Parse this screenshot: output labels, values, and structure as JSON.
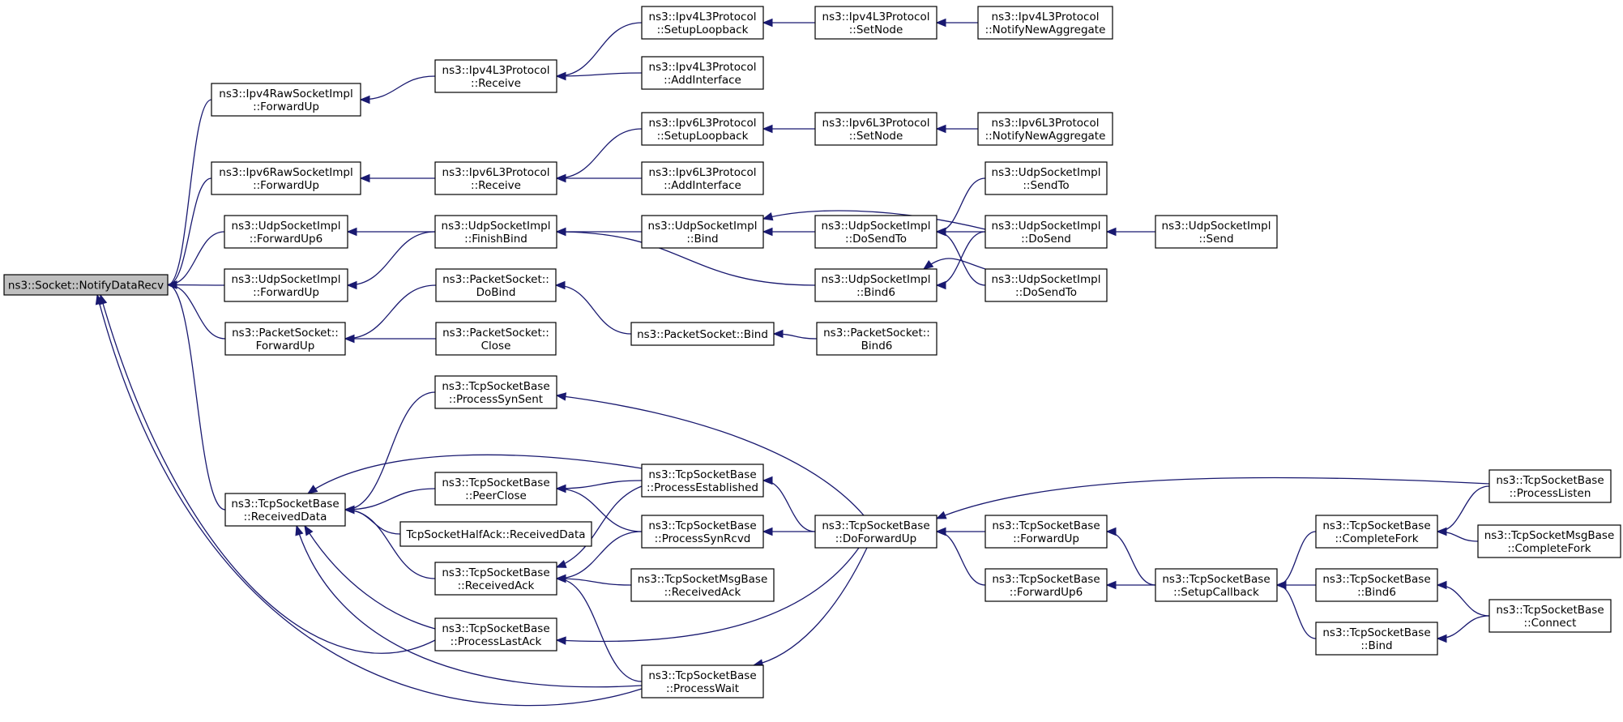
{
  "graph": {
    "root": "notify",
    "colors": {
      "edge": "#191970",
      "root_fill": "#bfbfbf",
      "node_fill": "#ffffff",
      "border": "#000000"
    },
    "nodes": [
      {
        "id": "notify",
        "lines": [
          "ns3::Socket::NotifyDataRecv"
        ]
      },
      {
        "id": "ipv4raw_fwd",
        "lines": [
          "ns3::Ipv4RawSocketImpl",
          "::ForwardUp"
        ]
      },
      {
        "id": "ipv6raw_fwd",
        "lines": [
          "ns3::Ipv6RawSocketImpl",
          "::ForwardUp"
        ]
      },
      {
        "id": "udp_fwd6",
        "lines": [
          "ns3::UdpSocketImpl",
          "::ForwardUp6"
        ]
      },
      {
        "id": "udp_fwd",
        "lines": [
          "ns3::UdpSocketImpl",
          "::ForwardUp"
        ]
      },
      {
        "id": "pkt_fwd",
        "lines": [
          "ns3::PacketSocket::",
          "ForwardUp"
        ]
      },
      {
        "id": "tcp_recvdata",
        "lines": [
          "ns3::TcpSocketBase",
          "::ReceivedData"
        ]
      },
      {
        "id": "ipv4l3_recv",
        "lines": [
          "ns3::Ipv4L3Protocol",
          "::Receive"
        ]
      },
      {
        "id": "ipv6l3_recv",
        "lines": [
          "ns3::Ipv6L3Protocol",
          "::Receive"
        ]
      },
      {
        "id": "udp_finishbind",
        "lines": [
          "ns3::UdpSocketImpl",
          "::FinishBind"
        ]
      },
      {
        "id": "pkt_dobind",
        "lines": [
          "ns3::PacketSocket::",
          "DoBind"
        ]
      },
      {
        "id": "pkt_close",
        "lines": [
          "ns3::PacketSocket::",
          "Close"
        ]
      },
      {
        "id": "tcp_synsent",
        "lines": [
          "ns3::TcpSocketBase",
          "::ProcessSynSent"
        ]
      },
      {
        "id": "tcp_peerclose",
        "lines": [
          "ns3::TcpSocketBase",
          "::PeerClose"
        ]
      },
      {
        "id": "halfack",
        "lines": [
          "TcpSocketHalfAck::ReceivedData"
        ]
      },
      {
        "id": "tcp_recvack",
        "lines": [
          "ns3::TcpSocketBase",
          "::ReceivedAck"
        ]
      },
      {
        "id": "tcp_lastack",
        "lines": [
          "ns3::TcpSocketBase",
          "::ProcessLastAck"
        ]
      },
      {
        "id": "ipv4l3_setuplb",
        "lines": [
          "ns3::Ipv4L3Protocol",
          "::SetupLoopback"
        ]
      },
      {
        "id": "ipv4l3_addif",
        "lines": [
          "ns3::Ipv4L3Protocol",
          "::AddInterface"
        ]
      },
      {
        "id": "ipv6l3_setuplb",
        "lines": [
          "ns3::Ipv6L3Protocol",
          "::SetupLoopback"
        ]
      },
      {
        "id": "ipv6l3_addif",
        "lines": [
          "ns3::Ipv6L3Protocol",
          "::AddInterface"
        ]
      },
      {
        "id": "udp_bind",
        "lines": [
          "ns3::UdpSocketImpl",
          "::Bind"
        ]
      },
      {
        "id": "pkt_bind",
        "lines": [
          "ns3::PacketSocket::Bind"
        ]
      },
      {
        "id": "tcp_established",
        "lines": [
          "ns3::TcpSocketBase",
          "::ProcessEstablished"
        ]
      },
      {
        "id": "tcp_synrcvd",
        "lines": [
          "ns3::TcpSocketBase",
          "::ProcessSynRcvd"
        ]
      },
      {
        "id": "tcpmsg_recvack",
        "lines": [
          "ns3::TcpSocketMsgBase",
          "::ReceivedAck"
        ]
      },
      {
        "id": "tcp_wait",
        "lines": [
          "ns3::TcpSocketBase",
          "::ProcessWait"
        ]
      },
      {
        "id": "ipv4l3_setnode",
        "lines": [
          "ns3::Ipv4L3Protocol",
          "::SetNode"
        ]
      },
      {
        "id": "ipv6l3_setnode",
        "lines": [
          "ns3::Ipv6L3Protocol",
          "::SetNode"
        ]
      },
      {
        "id": "udp_dosendto",
        "lines": [
          "ns3::UdpSocketImpl",
          "::DoSendTo"
        ]
      },
      {
        "id": "udp_bind6",
        "lines": [
          "ns3::UdpSocketImpl",
          "::Bind6"
        ]
      },
      {
        "id": "pkt_bind6",
        "lines": [
          "ns3::PacketSocket::",
          "Bind6"
        ]
      },
      {
        "id": "tcp_doforwardup",
        "lines": [
          "ns3::TcpSocketBase",
          "::DoForwardUp"
        ]
      },
      {
        "id": "ipv4l3_notify",
        "lines": [
          "ns3::Ipv4L3Protocol",
          "::NotifyNewAggregate"
        ]
      },
      {
        "id": "ipv6l3_notify",
        "lines": [
          "ns3::Ipv6L3Protocol",
          "::NotifyNewAggregate"
        ]
      },
      {
        "id": "udp_sendto",
        "lines": [
          "ns3::UdpSocketImpl",
          "::SendTo"
        ]
      },
      {
        "id": "udp_dosend",
        "lines": [
          "ns3::UdpSocketImpl",
          "::DoSend"
        ]
      },
      {
        "id": "udp_dosendto2",
        "lines": [
          "ns3::UdpSocketImpl",
          "::DoSendTo"
        ]
      },
      {
        "id": "tcp_fwdup",
        "lines": [
          "ns3::TcpSocketBase",
          "::ForwardUp"
        ]
      },
      {
        "id": "tcp_fwdup6",
        "lines": [
          "ns3::TcpSocketBase",
          "::ForwardUp6"
        ]
      },
      {
        "id": "udp_send",
        "lines": [
          "ns3::UdpSocketImpl",
          "::Send"
        ]
      },
      {
        "id": "tcp_setupcb",
        "lines": [
          "ns3::TcpSocketBase",
          "::SetupCallback"
        ]
      },
      {
        "id": "tcp_completefork",
        "lines": [
          "ns3::TcpSocketBase",
          "::CompleteFork"
        ]
      },
      {
        "id": "tcp_bind6",
        "lines": [
          "ns3::TcpSocketBase",
          "::Bind6"
        ]
      },
      {
        "id": "tcp_bind",
        "lines": [
          "ns3::TcpSocketBase",
          "::Bind"
        ]
      },
      {
        "id": "tcp_listen",
        "lines": [
          "ns3::TcpSocketBase",
          "::ProcessListen"
        ]
      },
      {
        "id": "tcpmsg_completefork",
        "lines": [
          "ns3::TcpSocketMsgBase",
          "::CompleteFork"
        ]
      },
      {
        "id": "tcp_connect",
        "lines": [
          "ns3::TcpSocketBase",
          "::Connect"
        ]
      }
    ],
    "edges": [
      [
        "ipv4raw_fwd",
        "notify"
      ],
      [
        "ipv6raw_fwd",
        "notify"
      ],
      [
        "udp_fwd6",
        "notify"
      ],
      [
        "udp_fwd",
        "notify"
      ],
      [
        "pkt_fwd",
        "notify"
      ],
      [
        "tcp_recvdata",
        "notify"
      ],
      [
        "tcp_lastack",
        "notify"
      ],
      [
        "tcp_wait",
        "notify"
      ],
      [
        "ipv4l3_recv",
        "ipv4raw_fwd"
      ],
      [
        "ipv6l3_recv",
        "ipv6raw_fwd"
      ],
      [
        "udp_finishbind",
        "udp_fwd6"
      ],
      [
        "udp_finishbind",
        "udp_fwd"
      ],
      [
        "pkt_dobind",
        "pkt_fwd"
      ],
      [
        "pkt_close",
        "pkt_fwd"
      ],
      [
        "tcp_synsent",
        "tcp_recvdata"
      ],
      [
        "tcp_established",
        "tcp_recvdata"
      ],
      [
        "tcp_peerclose",
        "tcp_recvdata"
      ],
      [
        "halfack",
        "tcp_recvdata"
      ],
      [
        "tcp_recvack",
        "tcp_recvdata"
      ],
      [
        "tcp_lastack",
        "tcp_recvdata"
      ],
      [
        "tcp_wait",
        "tcp_recvdata"
      ],
      [
        "ipv4l3_setuplb",
        "ipv4l3_recv"
      ],
      [
        "ipv4l3_addif",
        "ipv4l3_recv"
      ],
      [
        "ipv6l3_setuplb",
        "ipv6l3_recv"
      ],
      [
        "ipv6l3_addif",
        "ipv6l3_recv"
      ],
      [
        "udp_bind",
        "udp_finishbind"
      ],
      [
        "udp_bind6",
        "udp_finishbind"
      ],
      [
        "pkt_bind",
        "pkt_dobind"
      ],
      [
        "tcp_established",
        "tcp_peerclose"
      ],
      [
        "tcp_synrcvd",
        "tcp_peerclose"
      ],
      [
        "tcp_established",
        "tcp_recvack"
      ],
      [
        "tcp_synrcvd",
        "tcp_recvack"
      ],
      [
        "tcpmsg_recvack",
        "tcp_recvack"
      ],
      [
        "tcp_wait",
        "tcp_recvack"
      ],
      [
        "ipv4l3_setnode",
        "ipv4l3_setuplb"
      ],
      [
        "ipv6l3_setnode",
        "ipv6l3_setuplb"
      ],
      [
        "udp_dosendto",
        "udp_bind"
      ],
      [
        "udp_dosend",
        "udp_bind"
      ],
      [
        "pkt_bind6",
        "pkt_bind"
      ],
      [
        "tcp_doforwardup",
        "tcp_synsent"
      ],
      [
        "tcp_doforwardup",
        "tcp_established"
      ],
      [
        "tcp_doforwardup",
        "tcp_synrcvd"
      ],
      [
        "tcp_doforwardup",
        "tcp_lastack"
      ],
      [
        "tcp_doforwardup",
        "tcp_wait"
      ],
      [
        "ipv4l3_notify",
        "ipv4l3_setnode"
      ],
      [
        "ipv6l3_notify",
        "ipv6l3_setnode"
      ],
      [
        "udp_sendto",
        "udp_dosendto"
      ],
      [
        "udp_dosend",
        "udp_dosendto"
      ],
      [
        "udp_dosendto2",
        "udp_dosendto"
      ],
      [
        "udp_dosend",
        "udp_bind6"
      ],
      [
        "udp_dosendto2",
        "udp_bind6"
      ],
      [
        "tcp_fwdup",
        "tcp_doforwardup"
      ],
      [
        "tcp_fwdup6",
        "tcp_doforwardup"
      ],
      [
        "tcp_listen",
        "tcp_doforwardup"
      ],
      [
        "udp_send",
        "udp_dosend"
      ],
      [
        "tcp_setupcb",
        "tcp_fwdup"
      ],
      [
        "tcp_setupcb",
        "tcp_fwdup6"
      ],
      [
        "tcp_completefork",
        "tcp_setupcb"
      ],
      [
        "tcp_bind6",
        "tcp_setupcb"
      ],
      [
        "tcp_bind",
        "tcp_setupcb"
      ],
      [
        "tcp_listen",
        "tcp_completefork"
      ],
      [
        "tcpmsg_completefork",
        "tcp_completefork"
      ],
      [
        "tcp_connect",
        "tcp_bind6"
      ],
      [
        "tcp_connect",
        "tcp_bind"
      ]
    ]
  }
}
